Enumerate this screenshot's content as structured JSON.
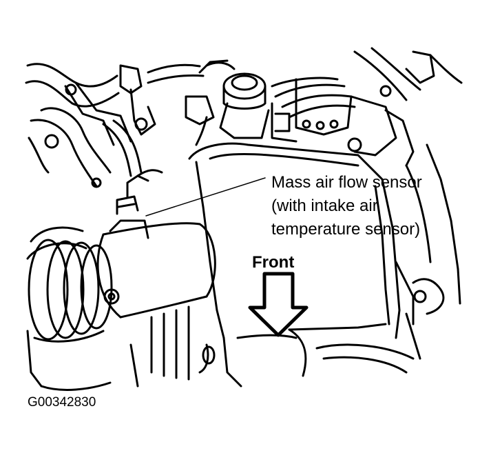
{
  "diagram": {
    "callout_lines": [
      "Mass air flow sensor",
      "(with intake air",
      "temperature sensor)"
    ],
    "direction_label": "Front",
    "figure_id": "G00342830",
    "line_color": "#000000",
    "background_color": "#ffffff"
  }
}
